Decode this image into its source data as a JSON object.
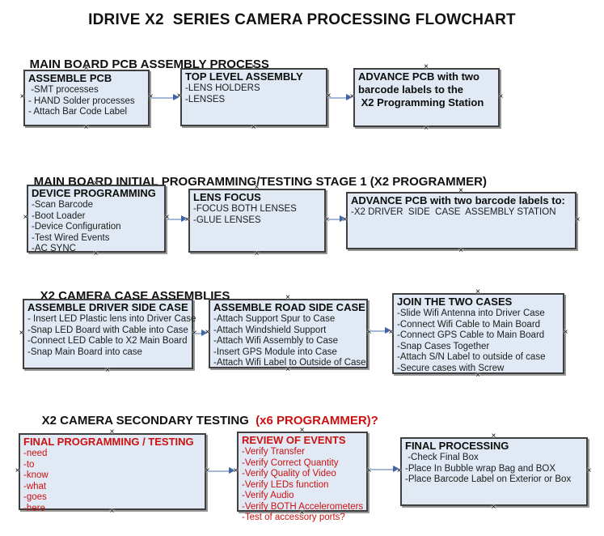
{
  "title": "IDRIVE X2  SERIES CAMERA PROCESSING FLOWCHART",
  "colors": {
    "box_fill": "#e0e9f4",
    "box_border": "#3f3f3f",
    "red": "#cc1111",
    "arrow_line": "#a6b9d6",
    "arrow_head": "#3f63a5"
  },
  "sections": [
    {
      "heading": "MAIN BOARD PCB ASSEMBLY PROCESS",
      "boxes": [
        {
          "title_lines": [
            "ASSEMBLE PCB"
          ],
          "items": [
            " -SMT processes",
            "- HAND Solder processes",
            "- Attach Bar Code Label"
          ]
        },
        {
          "title_lines": [
            "TOP LEVEL ASSEMBLY"
          ],
          "items": [
            "-LENS HOLDERS",
            "-LENSES"
          ]
        },
        {
          "title_lines": [
            "ADVANCE PCB with two",
            "barcode labels to the",
            " X2 Programming Station"
          ],
          "items": []
        }
      ]
    },
    {
      "heading": "MAIN BOARD INITIAL PROGRAMMING/TESTING STAGE 1 (X2 PROGRAMMER)",
      "boxes": [
        {
          "title_lines": [
            "DEVICE PROGRAMMING"
          ],
          "items": [
            "-Scan Barcode",
            "-Boot Loader",
            "-Device Configuration",
            "-Test Wired Events",
            "-AC SYNC"
          ]
        },
        {
          "title_lines": [
            "LENS FOCUS"
          ],
          "items": [
            "-FOCUS BOTH LENSES",
            "-GLUE LENSES"
          ]
        },
        {
          "title_lines": [
            "ADVANCE PCB with two barcode labels to:"
          ],
          "items": [
            "-X2 DRIVER  SIDE  CASE  ASSEMBLY STATION"
          ]
        }
      ]
    },
    {
      "heading": "X2 CAMERA CASE ASSEMBLIES",
      "boxes": [
        {
          "title_lines": [
            "ASSEMBLE DRIVER SIDE CASE"
          ],
          "items": [
            "- Insert LED Plastic lens into Driver Case",
            "-Snap LED Board with Cable into Case",
            "-Connect LED Cable to X2 Main Board",
            "-Snap Main Board into case"
          ]
        },
        {
          "title_lines": [
            "ASSEMBLE ROAD SIDE CASE"
          ],
          "items": [
            "-Attach Support Spur to Case",
            "-Attach Windshield Support",
            "-Attach Wifi Assembly to Case",
            "-Insert GPS Module into Case",
            "-Attach Wifi Label to Outside of Case"
          ]
        },
        {
          "title_lines": [
            "JOIN THE TWO CASES"
          ],
          "items": [
            "-Slide Wifi Antenna into Driver Case",
            "-Connect Wifi Cable to Main Board",
            "-Connect GPS Cable to Main Board",
            "-Snap Cases Together",
            "-Attach S/N Label to outside of case",
            "-Secure cases with Screw"
          ]
        }
      ]
    },
    {
      "heading": "X2 CAMERA SECONDARY TESTING ",
      "heading_red": " (x6 PROGRAMMER)?",
      "boxes": [
        {
          "title_lines": [
            "FINAL PROGRAMMING / TESTING"
          ],
          "items": [
            "-need",
            "-to",
            "-know",
            "-what",
            "-goes",
            "-here"
          ]
        },
        {
          "title_lines": [
            "REVIEW OF EVENTS"
          ],
          "items": [
            "-Verify Transfer",
            "-Verify Correct Quantity",
            "-Verify Quality of Video",
            "-Verify LEDs function",
            "-Verify Audio",
            "-Verify BOTH Accelerometers",
            "-Test of accessory ports?"
          ]
        },
        {
          "title_lines": [
            "FINAL PROCESSING"
          ],
          "items": [
            " -Check Final Box",
            "-Place In Bubble wrap Bag and BOX",
            "-Place Barcode Label on Exterior or Box"
          ]
        }
      ]
    }
  ]
}
